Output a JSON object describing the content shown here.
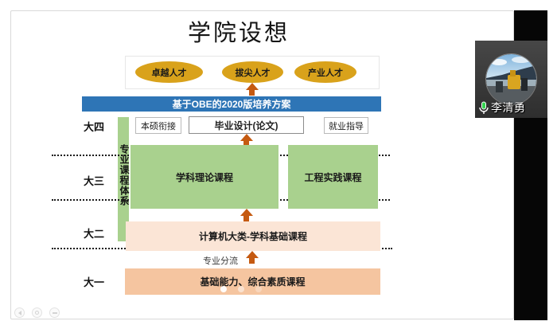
{
  "meeting": {
    "participant": {
      "name": "李清勇",
      "mic_state": "active"
    }
  },
  "slide": {
    "title": "学院设想",
    "talents": [
      "卓越人才",
      "拔尖人才",
      "产业人才"
    ],
    "plan_bar": "基于OBE的2020版培养方案",
    "years": [
      "大四",
      "大三",
      "大二",
      "大一"
    ],
    "vertical_label": "专业课程体系",
    "senior_row": [
      "本硕衔接",
      "毕业设计(论文)",
      "就业指导"
    ],
    "theory_box": "学科理论课程",
    "practice_box": "工程实践课程",
    "foundation_box": "计算机大类-学科基础课程",
    "split_label": "专业分流",
    "general_box": "基础能力、综合素质课程",
    "nav_icons": [
      "previous-slide-icon",
      "annotation-icon",
      "more-icon"
    ],
    "colors": {
      "ellipse": "#D9A21B",
      "plan_bar_bg": "#2E75B6",
      "arrow": "#C55A11",
      "green": "#A9D18E",
      "peach_light": "#FBE5D6",
      "peach": "#F5C5A0",
      "mic_green": "#35D450"
    }
  }
}
